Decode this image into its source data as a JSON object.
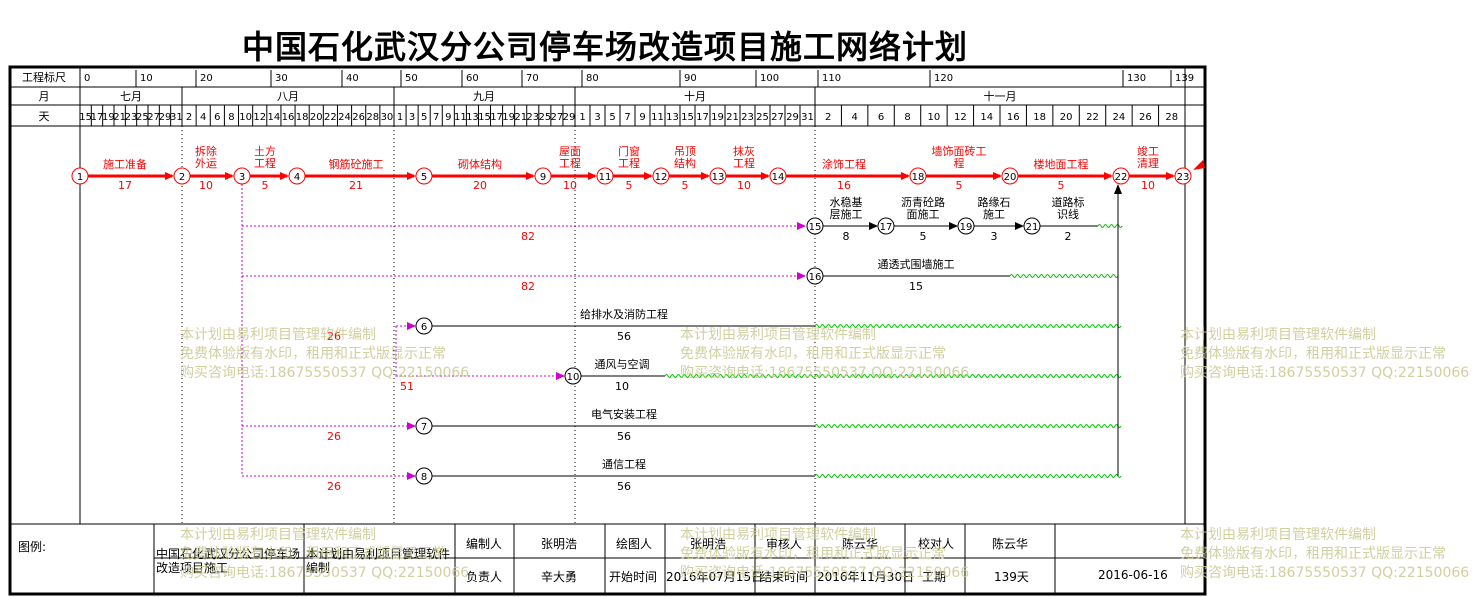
{
  "title": "中国石化武汉分公司停车场改造项目施工网络计划",
  "timescale": {
    "scale_label": "工程标尺",
    "month_label": "月",
    "day_label": "天",
    "scale_ticks": [
      "0",
      "10",
      "20",
      "30",
      "40",
      "50",
      "60",
      "70",
      "80",
      "90",
      "100",
      "110",
      "120",
      "130",
      "139"
    ],
    "months": [
      "七月",
      "八月",
      "九月",
      "十月",
      "十一月"
    ],
    "days": [
      "15",
      "17",
      "19",
      "21",
      "23",
      "25",
      "27",
      "29",
      "31",
      "2",
      "4",
      "6",
      "8",
      "10",
      "12",
      "14",
      "16",
      "18",
      "20",
      "22",
      "24",
      "26",
      "28",
      "30",
      "1",
      "3",
      "5",
      "7",
      "9",
      "11",
      "13",
      "15",
      "17",
      "19",
      "21",
      "23",
      "25",
      "27",
      "29",
      "1",
      "3",
      "5",
      "7",
      "9",
      "11",
      "13",
      "15",
      "17",
      "19",
      "21",
      "23",
      "25",
      "27",
      "29",
      "31",
      "2",
      "4",
      "6",
      "8",
      "10",
      "12",
      "14",
      "16",
      "18",
      "20",
      "22",
      "24",
      "26",
      "28"
    ]
  },
  "activities": [
    {
      "name": "施工准备",
      "duration": "17",
      "from": "1",
      "to": "2"
    },
    {
      "name": "拆除外运",
      "duration": "10",
      "from": "2",
      "to": "3"
    },
    {
      "name": "土方工程",
      "duration": "5",
      "from": "3",
      "to": "4"
    },
    {
      "name": "钢筋砼施工",
      "duration": "21",
      "from": "4",
      "to": "5"
    },
    {
      "name": "砌体结构",
      "duration": "20",
      "from": "5",
      "to": "9"
    },
    {
      "name": "屋面工程",
      "duration": "10",
      "from": "9",
      "to": "11"
    },
    {
      "name": "门窗工程",
      "duration": "5",
      "from": "11",
      "to": "12"
    },
    {
      "name": "吊顶结构",
      "duration": "5",
      "from": "12",
      "to": "13"
    },
    {
      "name": "抹灰工程",
      "duration": "10",
      "from": "13",
      "to": "14"
    },
    {
      "name": "涂饰工程",
      "duration": "16",
      "from": "14",
      "to": "18"
    },
    {
      "name": "墙饰面砖工程",
      "duration": "5",
      "from": "18",
      "to": "20"
    },
    {
      "name": "楼地面工程",
      "duration": "5",
      "from": "20",
      "to": "22"
    },
    {
      "name": "竣工清理",
      "duration": "10",
      "from": "22",
      "to": "23"
    },
    {
      "name": "水稳基层施工",
      "duration": "8",
      "from": "15",
      "to": "17"
    },
    {
      "name": "沥青砼路面施工",
      "duration": "5",
      "from": "17",
      "to": "19"
    },
    {
      "name": "路缘石施工",
      "duration": "3",
      "from": "19",
      "to": "21"
    },
    {
      "name": "道路标识线",
      "duration": "2",
      "from": "21",
      "to": "22"
    },
    {
      "name": "通透式围墙施工",
      "duration": "15",
      "from": "16",
      "to": "22"
    },
    {
      "name": "给排水及消防工程",
      "duration": "56",
      "from": "6",
      "to": "22"
    },
    {
      "name": "通风与空调",
      "duration": "10",
      "from": "10",
      "to": "22"
    },
    {
      "name": "电气安装工程",
      "duration": "56",
      "from": "7",
      "to": "22"
    },
    {
      "name": "通信工程",
      "duration": "56",
      "from": "8",
      "to": "22"
    }
  ],
  "lag_labels": [
    "82",
    "82",
    "26",
    "51",
    "26",
    "26"
  ],
  "nodes": [
    "1",
    "2",
    "3",
    "4",
    "5",
    "9",
    "11",
    "12",
    "13",
    "14",
    "18",
    "20",
    "22",
    "23",
    "15",
    "17",
    "19",
    "21",
    "16",
    "6",
    "10",
    "7",
    "8"
  ],
  "footer": {
    "legend_label": "图例:",
    "project_name": "中国石化武汉分公司停车场改造项目施工",
    "software_note": "本计划由易利项目管理软件编制",
    "compiler_label": "编制人",
    "compiler": "张明浩",
    "drawer_label": "绘图人",
    "drawer": "张明浩",
    "reviewer_label": "审核人",
    "reviewer": "陈云华",
    "checker_label": "校对人",
    "checker": "陈云华",
    "manager_label": "负责人",
    "manager": "辛大勇",
    "start_label": "开始时间",
    "start": "2016年07月15日",
    "end_label": "结束时间",
    "end": "2016年11月30日",
    "period_label": "工期",
    "period": "139天",
    "date": "2016-06-16"
  },
  "watermark": {
    "line1": "本计划由易利项目管理软件编制",
    "line2": "免费体验版有水印，租用和正式版显示正常",
    "line3": "购买咨询电话:18675550537 QQ:22150066"
  },
  "colors": {
    "critical": "#ff0000",
    "normal": "#000000",
    "lag": "#d000d0",
    "free_float": "#00c000",
    "watermark": "#c8c890"
  }
}
